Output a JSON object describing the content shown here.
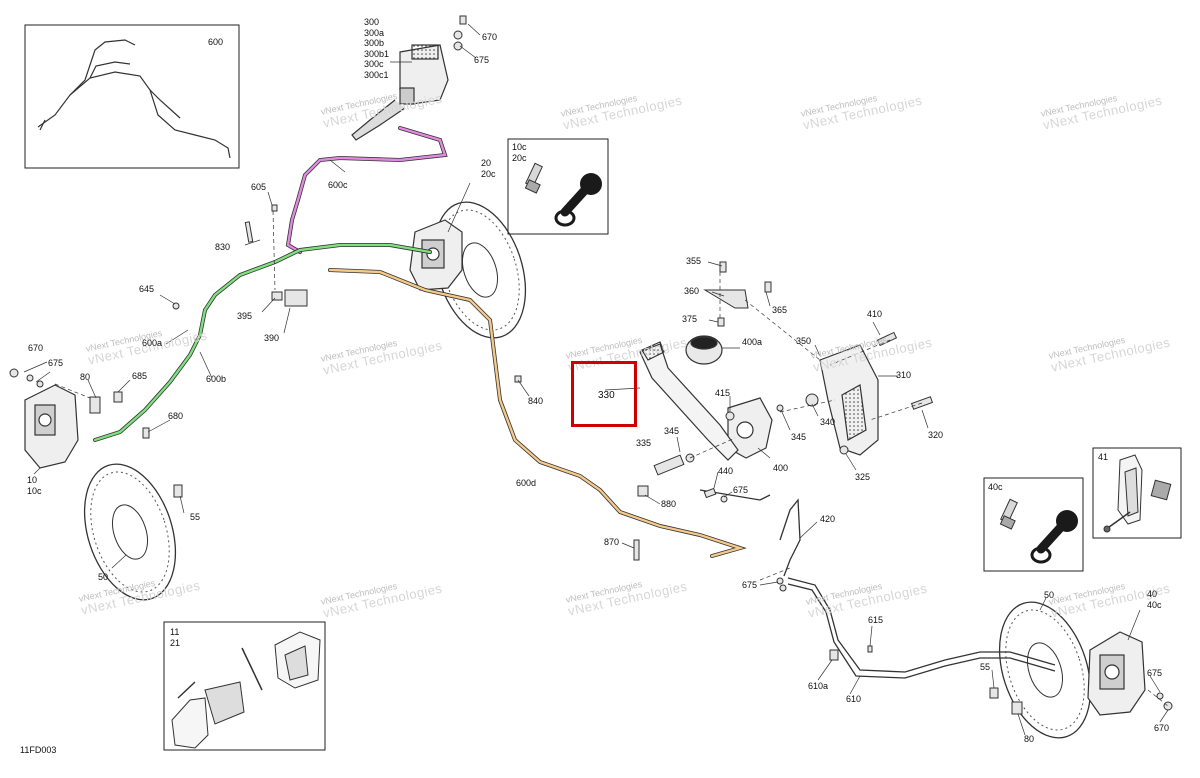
{
  "diagram_code": "11FD003",
  "highlight": {
    "label": "330",
    "color": "#d10000"
  },
  "watermark": {
    "line1": "vNext Technologies",
    "line2": "vNext Technologies"
  },
  "hose_colors": {
    "600c": "#e28ae0",
    "600b": "#7fe07f",
    "600d": "#f5c98a",
    "outline": "#333333"
  },
  "callouts": {
    "l600_inset": "600",
    "l300_stack": [
      "300",
      "300a",
      "300b",
      "300b1",
      "300c",
      "300c1"
    ],
    "l670_top": "670",
    "l675_top": "675",
    "l600c": "600c",
    "l605": "605",
    "l20_stack": [
      "20",
      "20c"
    ],
    "l10c_inset": [
      "10c",
      "20c"
    ],
    "l830": "830",
    "l645": "645",
    "l395": "395",
    "l390": "390",
    "l600a": "600a",
    "l600b": "600b",
    "l670_left": "670",
    "l675_left": "675",
    "l80_left": "80",
    "l685": "685",
    "l680": "680",
    "l10_stack": [
      "10",
      "10c"
    ],
    "l55_left": "55",
    "l50_left": "50",
    "l11_inset": [
      "11",
      "21"
    ],
    "l840": "840",
    "l600d": "600d",
    "l355": "355",
    "l360": "360",
    "l365": "365",
    "l375": "375",
    "l400a": "400a",
    "l350": "350",
    "l410": "410",
    "l310": "310",
    "l415": "415",
    "l345_a": "345",
    "l345_b": "345",
    "l340": "340",
    "l320": "320",
    "l335": "335",
    "l400": "400",
    "l325": "325",
    "l440": "440",
    "l675_mid": "675",
    "l880": "880",
    "l420": "420",
    "l870": "870",
    "l675_lower": "675",
    "l615": "615",
    "l610a": "610a",
    "l610": "610",
    "l40c_inset": "40c",
    "l41_inset": "41",
    "l50_right": "50",
    "l40_stack": [
      "40",
      "40c"
    ],
    "l55_right": "55",
    "l675_right": "675",
    "l80_right": "80",
    "l670_right": "670"
  }
}
